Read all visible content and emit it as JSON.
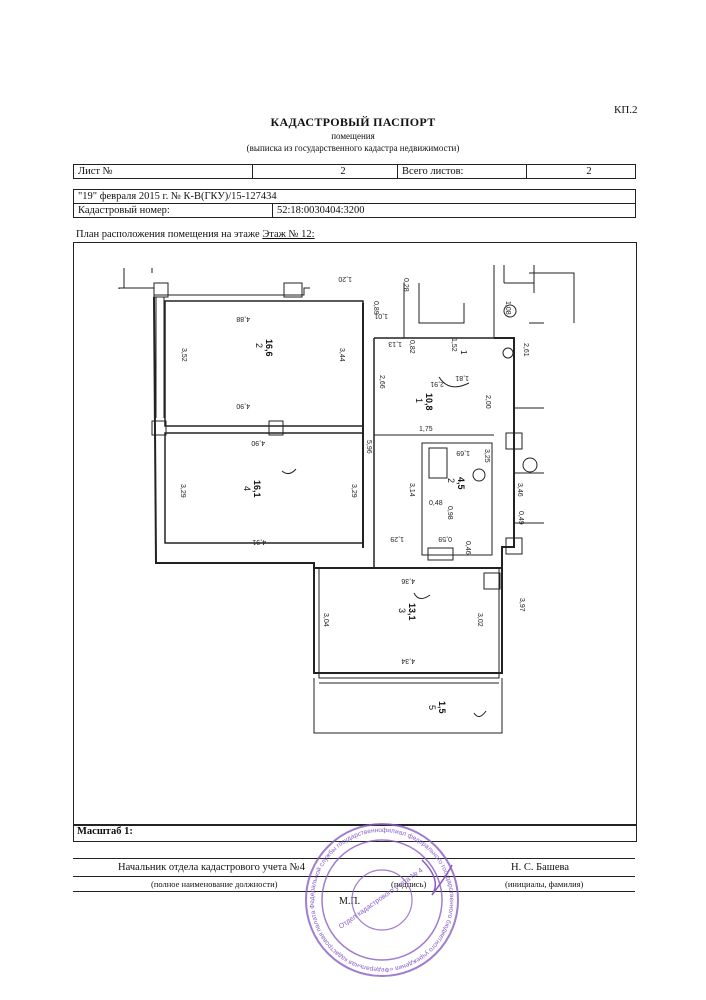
{
  "doc": {
    "code": "КП.2",
    "title": "КАДАСТРОВЫЙ ПАСПОРТ",
    "subtitle": "помещения",
    "subtitle2": "(выписка из государственного кадастра недвижимости)"
  },
  "header": {
    "sheet_label": "Лист №",
    "sheet_value": "2",
    "total_label": "Всего листов:",
    "total_value": "2",
    "date_line": "\"19\" февраля 2015 г. № К-В(ГКУ)/15-127434",
    "cadastral_label": "Кадастровый номер:",
    "cadastral_value": "52:18:0030404:3200"
  },
  "plan": {
    "label_prefix": "План расположения помещения на этаже",
    "label_floor": "Этаж № 12:",
    "rooms": [
      {
        "no": "2",
        "area": "16,6"
      },
      {
        "no": "4",
        "area": "16,1"
      },
      {
        "no": "1",
        "area": "10,8"
      },
      {
        "no": "2",
        "area": "4,5"
      },
      {
        "no": "3",
        "area": "13,1"
      },
      {
        "no": "5",
        "area": "1,5"
      }
    ],
    "dims": [
      "1,20",
      "0,89",
      "0,28",
      "1,01",
      "4,88",
      "3,52",
      "3,44",
      "4,90",
      "1,13",
      "0,82",
      "1,52",
      "2,61",
      "2,66",
      "2,91",
      "1,81",
      "2,00",
      "1,75",
      "5,96",
      "4,90",
      "1,69",
      "3,25",
      "3,29",
      "3,29",
      "3,14",
      "0,48",
      "0,98",
      "4,91",
      "1,29",
      "0,59",
      "0,46",
      "3,46",
      "0,49",
      "4,36",
      "3,04",
      "3,02",
      "3,97",
      "4,34",
      "1,08"
    ]
  },
  "scale": {
    "label": "Масштаб 1:"
  },
  "signature": {
    "position": "Начальник отдела кадастрового учета №4",
    "name": "Н. С. Башева",
    "cap_position": "(полное наименование должности)",
    "cap_sign": "(подпись)",
    "cap_name": "(инициалы, фамилия)",
    "mp": "М.П."
  },
  "stamp": {
    "text": "филиал федерального государственного бюджетного учреждения «Федеральная кадастровая палата Федеральной службы государственной регистрации, кадастра и картографии» по Нижегородской области",
    "center": "Отдел кадастрового учета № 4",
    "color": "#8a5cc4"
  }
}
